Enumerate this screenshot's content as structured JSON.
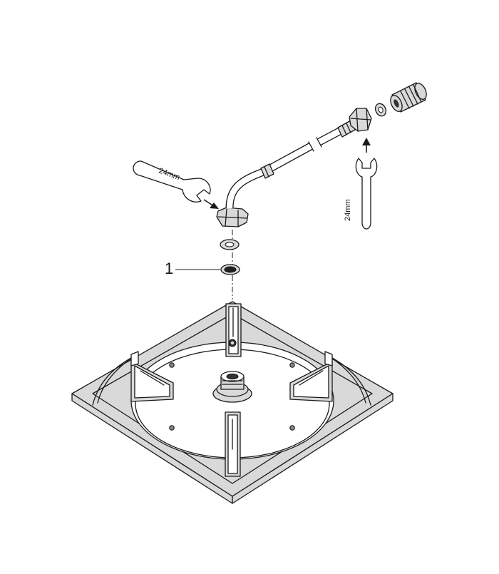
{
  "callouts": [
    {
      "number": "1"
    }
  ],
  "wrench_labels": {
    "hose_nut": "24mm",
    "wall_fitting": "24mm"
  }
}
